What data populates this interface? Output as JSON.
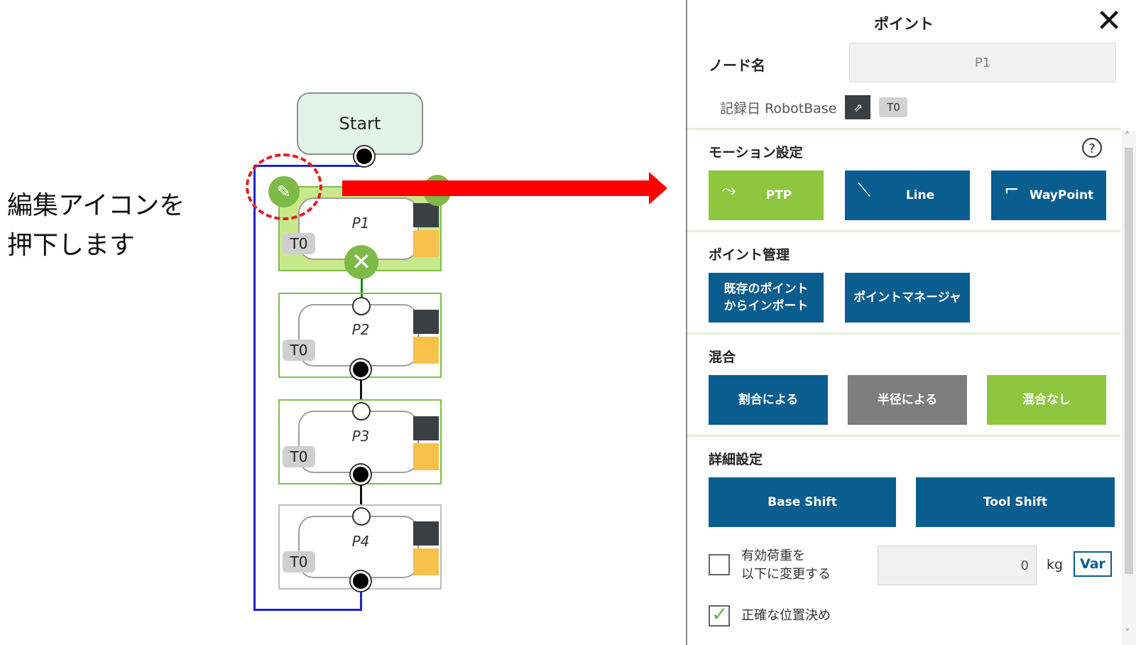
{
  "annotation": {
    "line1": "編集アイコンを",
    "line2": "押下します"
  },
  "flow": {
    "start_label": "Start",
    "nodes": [
      {
        "label": "P1",
        "tag": "T0"
      },
      {
        "label": "P2",
        "tag": "T0"
      },
      {
        "label": "P3",
        "tag": "T0"
      },
      {
        "label": "P4",
        "tag": "T0"
      }
    ]
  },
  "panel": {
    "title": "ポイント",
    "node_name_label": "ノード名",
    "node_name_value": "P1",
    "record_label": "記録日 RobotBase",
    "record_tag": "T0",
    "motion": {
      "title": "モーション設定",
      "buttons": [
        "PTP",
        "Line",
        "WayPoint"
      ]
    },
    "point_mgmt": {
      "title": "ポイント管理",
      "import_line1": "既存のポイント",
      "import_line2": "からインポート",
      "manager": "ポイントマネージャ"
    },
    "blend": {
      "title": "混合",
      "buttons": [
        "割合による",
        "半径による",
        "混合なし"
      ]
    },
    "detail": {
      "title": "詳細設定",
      "base_shift": "Base Shift",
      "tool_shift": "Tool Shift"
    },
    "payload": {
      "line1": "有効荷重を",
      "line2": "以下に変更する",
      "value": "0",
      "unit": "kg",
      "var": "Var"
    },
    "precise": "正確な位置決め"
  }
}
